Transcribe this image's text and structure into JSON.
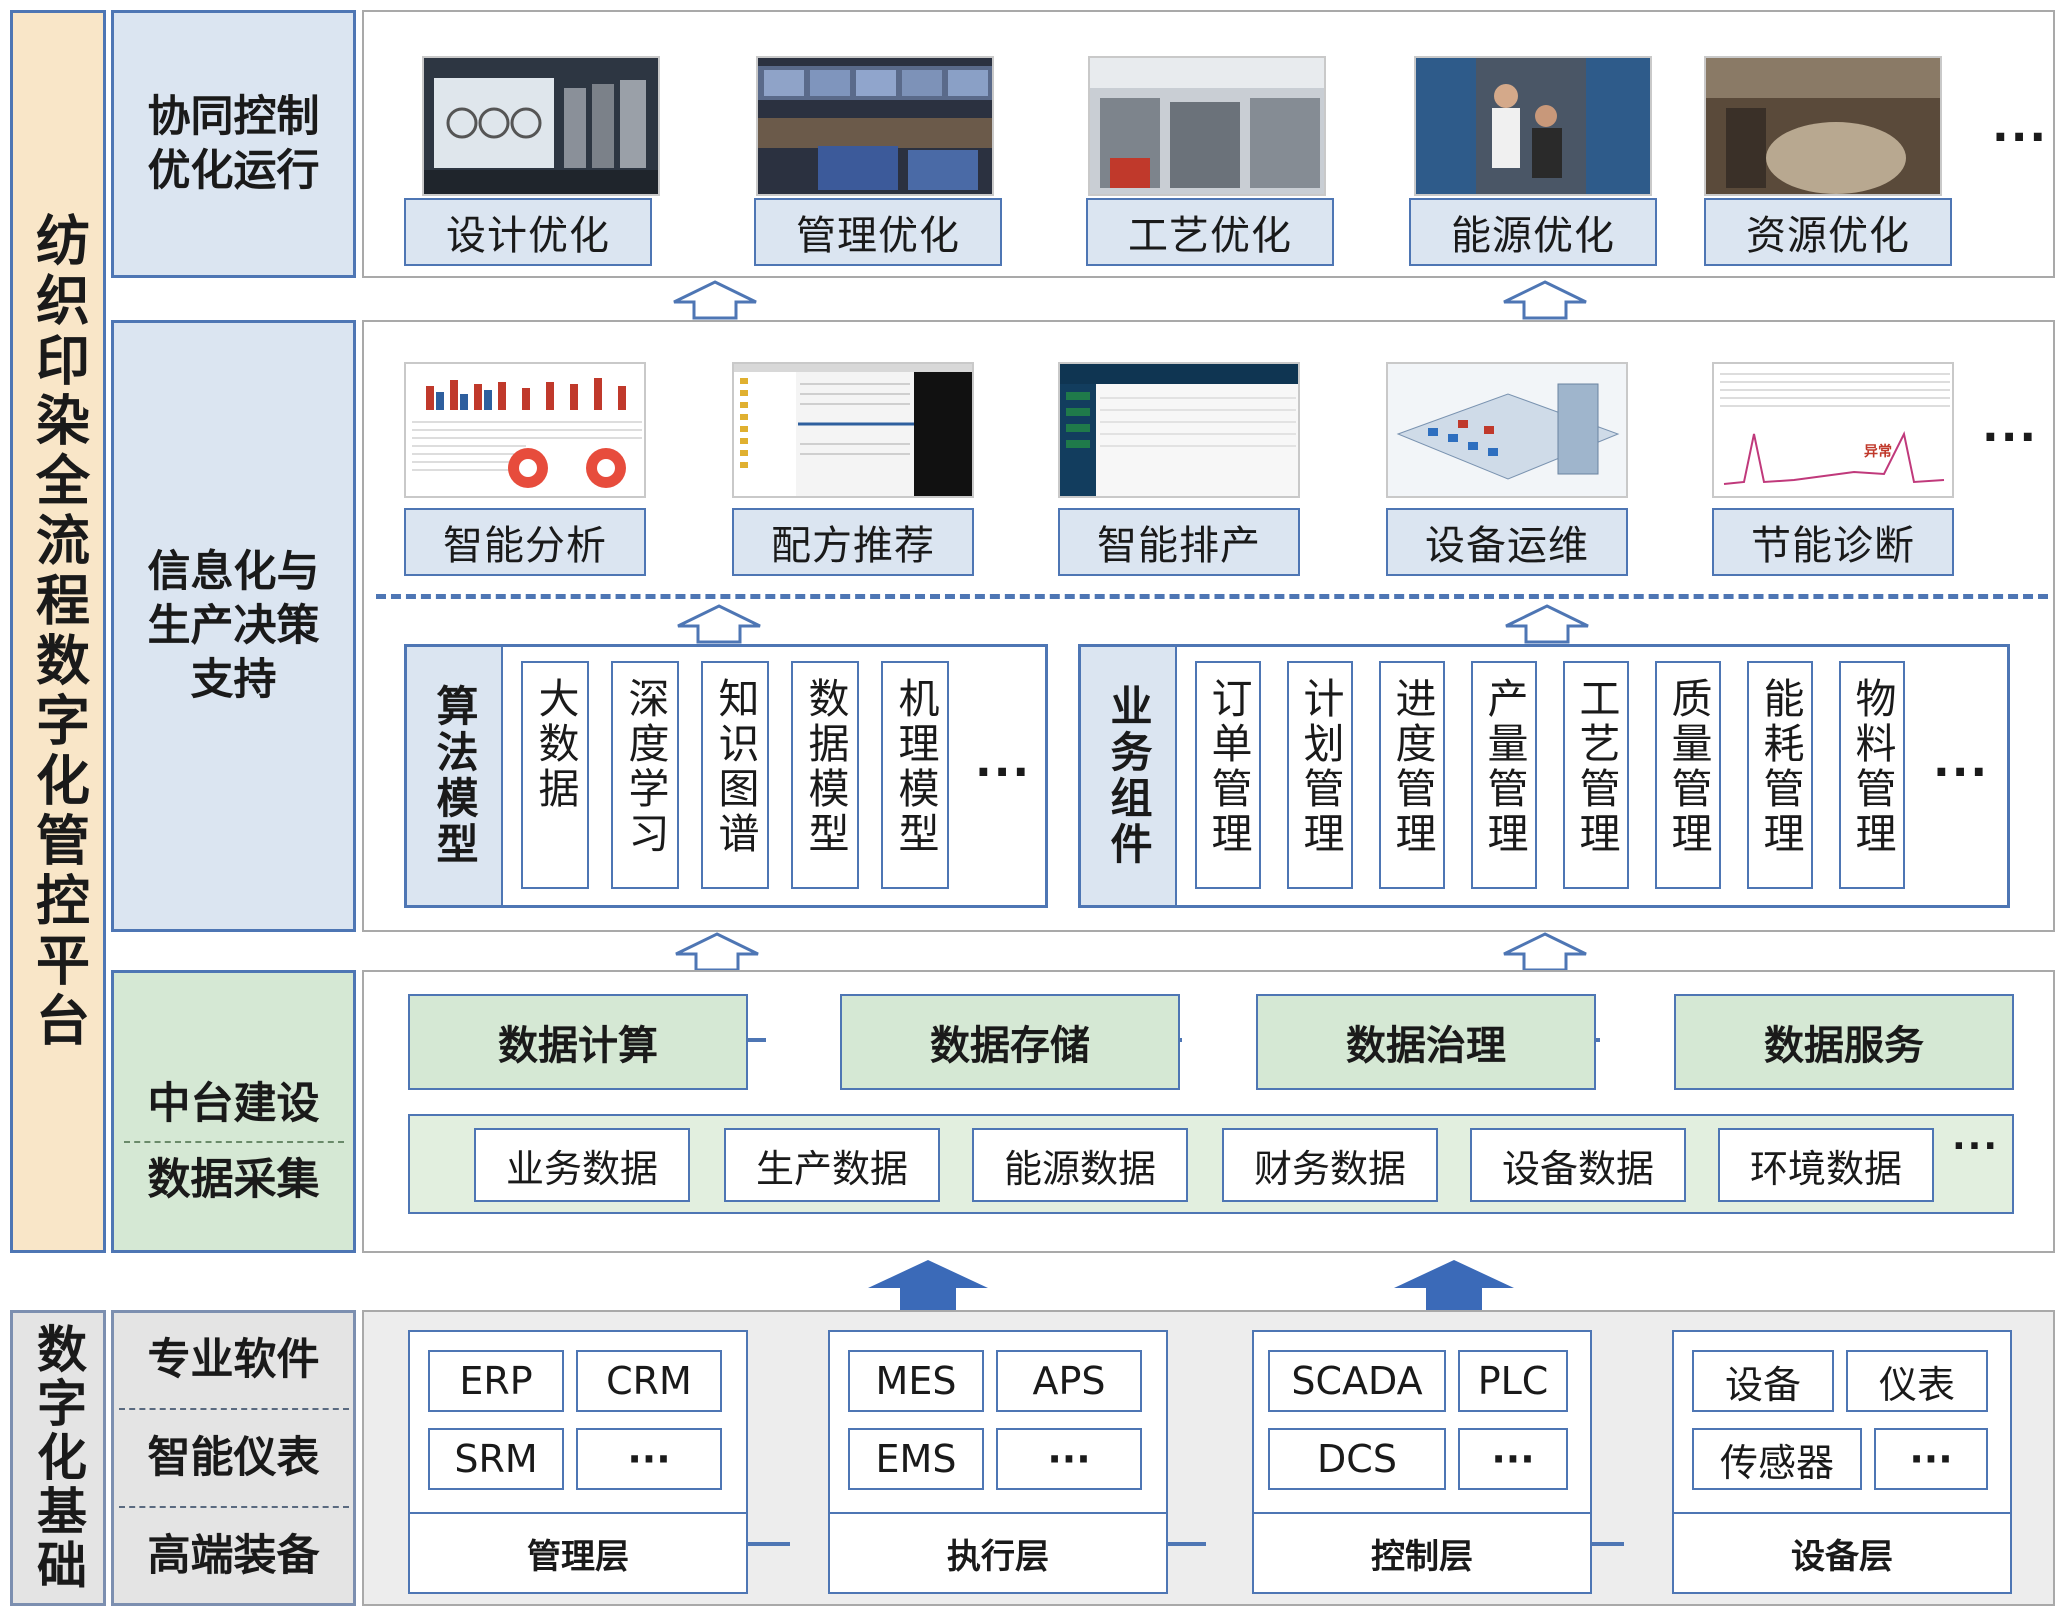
{
  "platform_title": "纺织印染全流程数字化管控平台",
  "foundation_title": "数字化基础",
  "rows": {
    "collab": {
      "label": "协同控制\n优化运行",
      "items": [
        "设计优化",
        "管理优化",
        "工艺优化",
        "能源优化",
        "资源优化"
      ],
      "more": "···"
    },
    "info": {
      "label": "信息化与\n生产决策\n支持",
      "apps": [
        "智能分析",
        "配方推荐",
        "智能排产",
        "设备运维",
        "节能诊断"
      ],
      "apps_more": "···",
      "anomaly_label": "异常",
      "algo": {
        "header": "算法模型",
        "items": [
          "大数据",
          "深度学习",
          "知识图谱",
          "数据模型",
          "机理模型"
        ],
        "more": "···"
      },
      "biz": {
        "header": "业务组件",
        "items": [
          "订单管理",
          "计划管理",
          "进度管理",
          "产量管理",
          "工艺管理",
          "质量管理",
          "能耗管理",
          "物料管理"
        ],
        "more": "···"
      }
    },
    "middle": {
      "label_top": "中台建设",
      "label_bottom": "数据采集",
      "platform": [
        "数据计算",
        "数据存储",
        "数据治理",
        "数据服务"
      ],
      "sources": [
        "业务数据",
        "生产数据",
        "能源数据",
        "财务数据",
        "设备数据",
        "环境数据"
      ],
      "sources_more": "···"
    },
    "foundation": {
      "labels": [
        "专业软件",
        "智能仪表",
        "高端装备"
      ],
      "layers": [
        {
          "name": "管理层",
          "cells": [
            "ERP",
            "CRM",
            "SRM",
            "···"
          ]
        },
        {
          "name": "执行层",
          "cells": [
            "MES",
            "APS",
            "EMS",
            "···"
          ]
        },
        {
          "name": "控制层",
          "cells": [
            "SCADA",
            "PLC",
            "DCS",
            "···"
          ]
        },
        {
          "name": "设备层",
          "cells": [
            "设备",
            "仪表",
            "传感器",
            "···"
          ]
        }
      ]
    }
  },
  "colors": {
    "frame_blue": "#4e76b4",
    "label_blue": "#dbe5f1",
    "label_green": "#d5e8d4",
    "platform_beige": "#f9e6c8",
    "foundation_gray": "#e4e4e4"
  }
}
